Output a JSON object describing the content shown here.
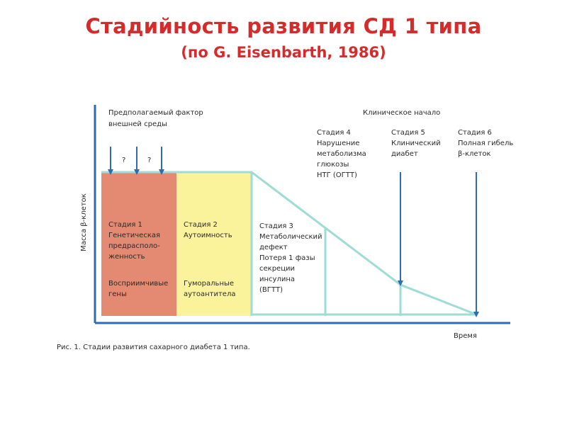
{
  "title": "Стадийность развития СД 1 типа",
  "subtitle": "(по G. Eisenbarth, 1986)",
  "diagram": {
    "y_axis_label": "Масса β-клеток",
    "x_axis_label": "Время",
    "env_factor": [
      "Предполагаемый фактор",
      "внешней среды"
    ],
    "question_mark": "?",
    "clinical_onset": "Клиническое начало",
    "stage1": {
      "lines": [
        "Стадия 1",
        "Генетическая",
        "предрасполо-",
        "женность"
      ],
      "extra": [
        "Восприимчивые",
        "гены"
      ]
    },
    "stage2": {
      "lines": [
        "Стадия 2",
        "Аутоимность"
      ],
      "extra": [
        "Гуморальные",
        "аутоантитела"
      ]
    },
    "stage3": {
      "lines": [
        "Стадия 3",
        "Метаболический",
        "дефект",
        "Потеря 1 фазы",
        "секреции",
        "инсулина",
        "(ВГТТ)"
      ]
    },
    "stage4": {
      "lines": [
        "Стадия 4",
        "Нарушение",
        "метаболизма",
        "глюкозы",
        "НТГ (ОГТТ)"
      ]
    },
    "stage5": {
      "lines": [
        "Стадия 5",
        "Клинический",
        "диабет"
      ]
    },
    "stage6": {
      "lines": [
        "Стадия 6",
        "Полная гибель",
        "β-клеток"
      ]
    },
    "caption": "Рис. 1. Стадии развития сахарного диабета 1 типа.",
    "colors": {
      "stage1": "#e48a72",
      "stage2": "#fbf39b",
      "curve": "#9fdcd5",
      "axis": "#2f6bb3",
      "title": "#d52b2b"
    }
  }
}
